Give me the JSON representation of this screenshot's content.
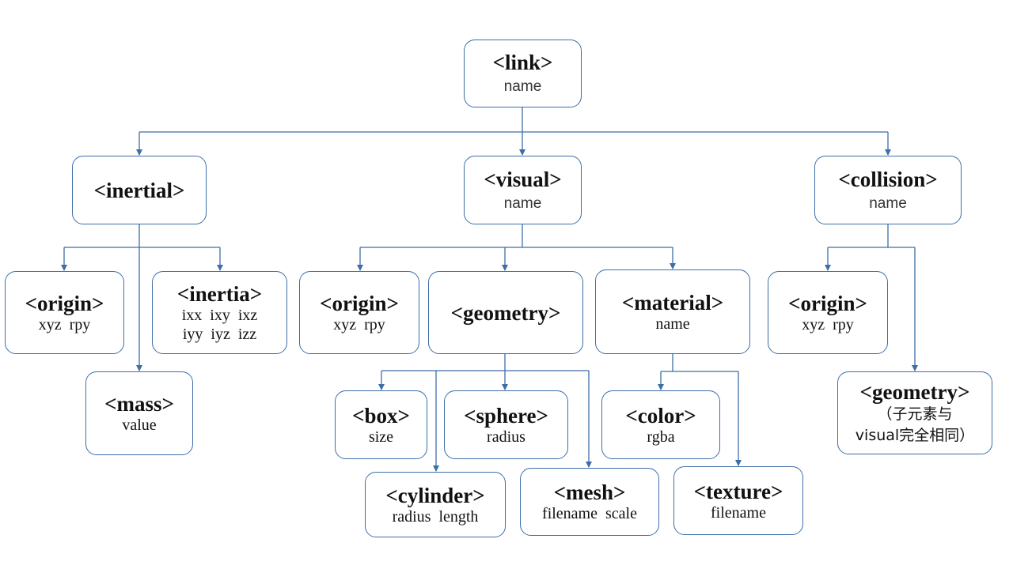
{
  "nodes": {
    "link": {
      "tag": "<link>",
      "attrs": [
        "name"
      ]
    },
    "inertial": {
      "tag": "<inertial>",
      "attrs": []
    },
    "visual": {
      "tag": "<visual>",
      "attrs": [
        "name"
      ]
    },
    "collision": {
      "tag": "<collision>",
      "attrs": [
        "name"
      ]
    },
    "inertial_origin": {
      "tag": "<origin>",
      "attrs": [
        "xyz  rpy"
      ]
    },
    "inertia": {
      "tag": "<inertia>",
      "attrs": [
        "ixx  ixy  ixz",
        "iyy  iyz  izz"
      ]
    },
    "mass": {
      "tag": "<mass>",
      "attrs": [
        "value"
      ]
    },
    "visual_origin": {
      "tag": "<origin>",
      "attrs": [
        "xyz  rpy"
      ]
    },
    "visual_geometry": {
      "tag": "<geometry>",
      "attrs": []
    },
    "material": {
      "tag": "<material>",
      "attrs": [
        "name"
      ]
    },
    "collision_origin": {
      "tag": "<origin>",
      "attrs": [
        "xyz  rpy"
      ]
    },
    "collision_geometry": {
      "tag": "<geometry>",
      "attrs": [
        "（子元素与",
        "visual完全相同）"
      ]
    },
    "box": {
      "tag": "<box>",
      "attrs": [
        "size"
      ]
    },
    "sphere": {
      "tag": "<sphere>",
      "attrs": [
        "radius"
      ]
    },
    "cylinder": {
      "tag": "<cylinder>",
      "attrs": [
        "radius  length"
      ]
    },
    "mesh": {
      "tag": "<mesh>",
      "attrs": [
        "filename  scale"
      ]
    },
    "color": {
      "tag": "<color>",
      "attrs": [
        "rgba"
      ]
    },
    "texture": {
      "tag": "<texture>",
      "attrs": [
        "filename"
      ]
    }
  },
  "colors": {
    "line": "#3d6ea8",
    "border": "#3d6ea8",
    "text": "#111111"
  }
}
